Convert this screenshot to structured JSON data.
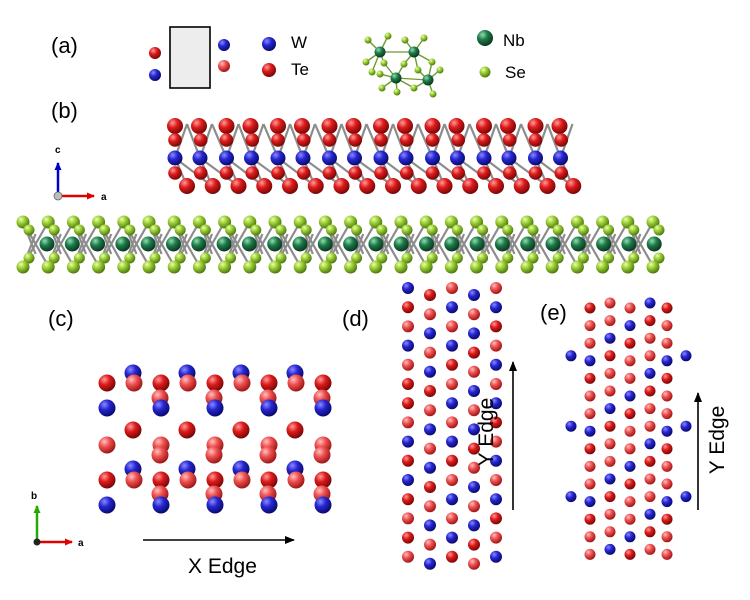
{
  "panel_labels": {
    "a": "(a)",
    "b": "(b)",
    "c": "(c)",
    "d": "(d)",
    "e": "(e)"
  },
  "legend": {
    "w": "W",
    "te": "Te",
    "nb": "Nb",
    "se": "Se"
  },
  "axes": {
    "b_panel": {
      "vertical": "c",
      "horizontal": "a"
    },
    "c_panel": {
      "vertical": "b",
      "horizontal": "a"
    }
  },
  "edges": {
    "x": "X Edge",
    "y_d": "Y Edge",
    "y_e": "Y Edge"
  },
  "colors": {
    "tungsten": "#2222cc",
    "tellurium": "#dd1a1a",
    "tellurium_light": "#ee5555",
    "niobium": "#1f7a4a",
    "selenium": "#9acd32",
    "bond": "#8c8c8c",
    "axis_red": "#dd0000",
    "axis_blue": "#0000cc",
    "axis_green": "#22aa00"
  }
}
